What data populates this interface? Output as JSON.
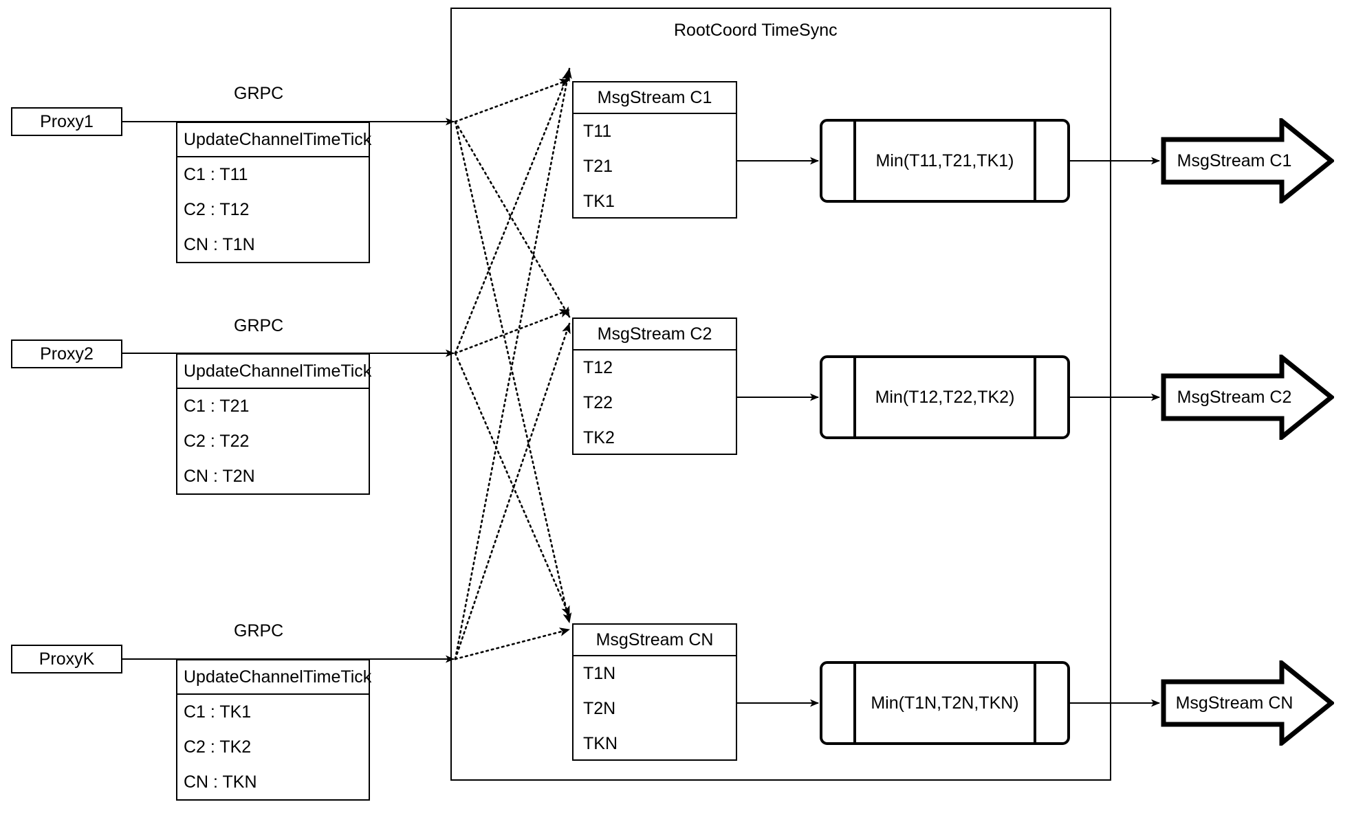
{
  "diagram": {
    "title": "RootCoord TimeSync",
    "grpc_label": "GRPC"
  },
  "proxies": [
    {
      "name": "Proxy1",
      "link_label": "GRPC",
      "request": {
        "title": "UpdateChannelTimeTick",
        "rows": [
          "C1 :  T11",
          "C2 :  T12",
          "CN : T1N"
        ]
      }
    },
    {
      "name": "Proxy2",
      "link_label": "GRPC",
      "request": {
        "title": "UpdateChannelTimeTick",
        "rows": [
          "C1 :  T21",
          "C2 :  T22",
          "CN : T2N"
        ]
      }
    },
    {
      "name": "ProxyK",
      "link_label": "GRPC",
      "request": {
        "title": "UpdateChannelTimeTick",
        "rows": [
          "C1 :  TK1",
          "C2 :  TK2",
          "CN : TKN"
        ]
      }
    }
  ],
  "channels": [
    {
      "stream": {
        "title": "MsgStream C1",
        "ticks": [
          "T11",
          "T21",
          "TK1"
        ]
      },
      "min": "Min(T11,T21,TK1)",
      "output": "MsgStream C1"
    },
    {
      "stream": {
        "title": "MsgStream C2",
        "ticks": [
          "T12",
          "T22",
          "TK2"
        ]
      },
      "min": "Min(T12,T22,TK2)",
      "output": "MsgStream C2"
    },
    {
      "stream": {
        "title": "MsgStream CN",
        "ticks": [
          "T1N",
          "T2N",
          "TKN"
        ]
      },
      "min": "Min(T1N,T2N,TKN)",
      "output": "MsgStream CN"
    }
  ],
  "colors": {
    "stroke": "#000000",
    "background": "#ffffff"
  }
}
